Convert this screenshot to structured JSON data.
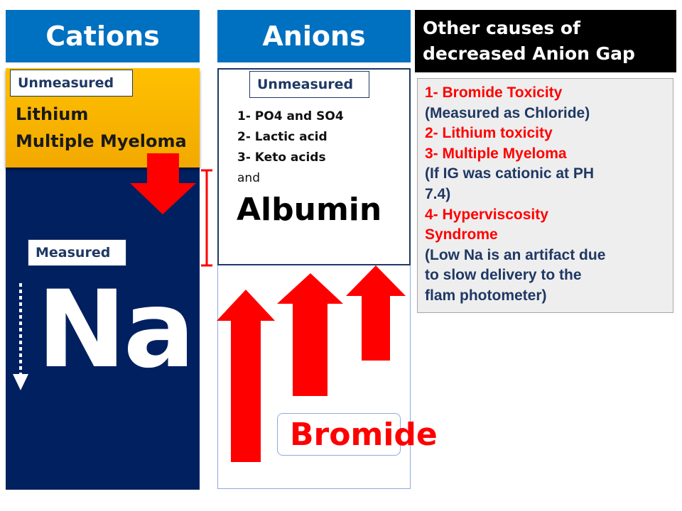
{
  "headers": {
    "cations": "Cations",
    "anions": "Anions",
    "other_causes": [
      "Other causes of",
      "decreased Anion Gap"
    ]
  },
  "cations": {
    "unmeasured_tag": "Unmeasured",
    "unmeasured_items": [
      "Lithium",
      "Multiple Myeloma"
    ],
    "measured_tag": "Measured",
    "measured_ion": "Na"
  },
  "anions": {
    "unmeasured_tag": "Unmeasured",
    "items": [
      "1- PO4 and SO4",
      "2- Lactic acid",
      "3- Keto acids"
    ],
    "connector": "and",
    "highlight": "Albumin",
    "bromide_label": "Bromide"
  },
  "other_causes_list": [
    {
      "num": "1- ",
      "text": "Bromide Toxicity",
      "color": "red"
    },
    {
      "num": "",
      "text": " (Measured as Chloride)",
      "color": "navy"
    },
    {
      "num": "2- ",
      "text": "Lithium toxicity",
      "color": "red"
    },
    {
      "num": "3- ",
      "text": "Multiple Myeloma",
      "color": "red"
    },
    {
      "num": "",
      "text": "(If IG was cationic at PH",
      "color": "navy"
    },
    {
      "num": "",
      "text": "7.4)",
      "color": "navy"
    },
    {
      "num": "4- ",
      "text": "Hyperviscosity",
      "color": "red"
    },
    {
      "num": "",
      "text": "Syndrome",
      "color": "red"
    },
    {
      "num": "",
      "text": "(Low Na is an artifact due",
      "color": "navy"
    },
    {
      "num": "",
      "text": "to slow delivery to the",
      "color": "navy"
    },
    {
      "num": "",
      "text": "flam photometer)",
      "color": "navy"
    }
  ],
  "colors": {
    "header_blue": "#0070c0",
    "cation_navy": "#002060",
    "unmeasured_gold": "#ffc000",
    "arrow_red": "#ff0000",
    "text_red": "#ff0000",
    "text_navy": "#1f3864"
  }
}
